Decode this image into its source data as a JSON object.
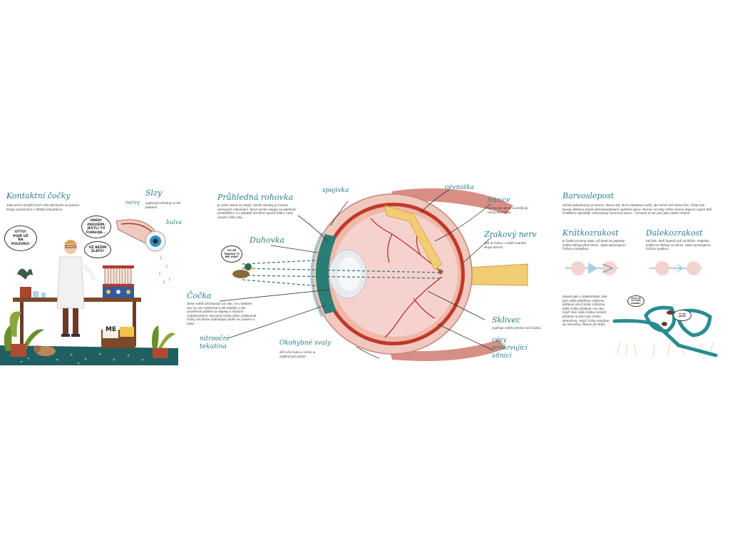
{
  "left": {
    "contact_lens_title": "Kontaktní čočky",
    "contact_lens_text": "Jako první vsmýšlí Čech Otto Wichterle ve pomoci stroje vyrobeného z dětské stavebnice.",
    "tears_title": "Slzy",
    "tears_text": "vyplavují nečistoty a ničí bakterie.",
    "label_nerve": "nervy",
    "label_bulb": "bulva",
    "bubble_otto": "OTTO! POJĎ UŽ NA POLÉVKU!",
    "bubble_funguje": "HNED! ZKOUŠÍM, JESTLI TO FUNGUJE...",
    "bubble_bezim": "UŽ BĚŽÍM ZLATO!",
    "shelf_sign": "ME"
  },
  "center": {
    "cornea_title": "Průhledná rohovka",
    "cornea_text": "je velmi citlivá na dotyk. Uvnitř rohovky je mnoho nervových zakončení, která rychle reagují na jakékoliv podráždění, a v případě ohrožení spustí reflex, který uzavře víčko oka.",
    "iris_title": "Duhovka",
    "lens_title": "Čočka",
    "lens_text": "Jsme světlo přicházející do oka. Ta v lidském oku na umí vyklenout a tak dokáže a tak zaostřovat pohled na objekty v různých vzdálenostech. Nerovná čočka nebo vzdálenost čočky od sítnice způsobuje potíže se zrakem a brýle.",
    "aqueous_title": "nitrooční tekutina",
    "muscles_title": "Okohybné svaly",
    "muscles_text": "drží oční bulvu v očnici a zajišťují její pohyb.",
    "conjunctiva_title": "spojivka",
    "choroid_title": "cévnatka",
    "retina_title": "Sítnice",
    "retina_text": "zachycuje obraz a posílá jej nervy do mozku.",
    "optic_nerve_title": "Zrakový nerv",
    "optic_nerve_text": "ústí do bulvy v místě zvaném slepá skvrna.",
    "vitreous_title": "Sklivec",
    "vitreous_text": "vyplňuje vnitřní prostor oční bulvy.",
    "vessels_title": "cévy prokrvující sítnici",
    "duck_bubble": "CO SE TAKHLE TI MĚ VIDÍ?"
  },
  "right": {
    "colorblind_title": "Barvoslepost",
    "colorblind_text": "nebolí daltonismus je nemoc, kterou trpí skoro desetina mužů, ale méně než setina žen. Čistý krát bývají většinou pouze přemalovánkami vadného genu. Nemoc se tedy může zrovna objevit u jejich dětí. Postižení nejčastěji rozeznávají červenou barvu – červená se jim jeví jako odstín zelené.",
    "myopia_title": "Krátkozrakost",
    "myopia_text": "je častá vrozená vada, při které se paprsky světla sbíhají před sítnicí. Vadu opravujeme čočkou rozptylkou.",
    "hyperopia_title": "Dalekozrakost",
    "hyperopia_text": "trpí lidé, kteří špatně vidí na blízko. Paprsky světla se sbíhají za sítnicí. Vadu opravujeme čočkou spojkou.",
    "glasses_text": "Stejně jako u dalekohledu, kde jeho větší přiblížení můžeme přidávat více čoček, můžeme další čočky přidávat i do oka. Když nám naše čočka nestačí, přidáme si před oko čočku skleněnou. Když čočky vsadíme do obroučky, říkáme jim brýle.",
    "bug_bubble": "HALÓ JE TO TADY DOBRÉ?",
    "bug_bubble_2": "TY SE VIDÍŠ!"
  },
  "colors": {
    "heading": "#2a7f8a",
    "iris": "#2b7d75",
    "sclera": "#f1c8bd",
    "vitreous": "#f6d2cf",
    "choroid": "#c0392b",
    "nerve": "#f2cd74",
    "floor": "#1f5f60"
  }
}
